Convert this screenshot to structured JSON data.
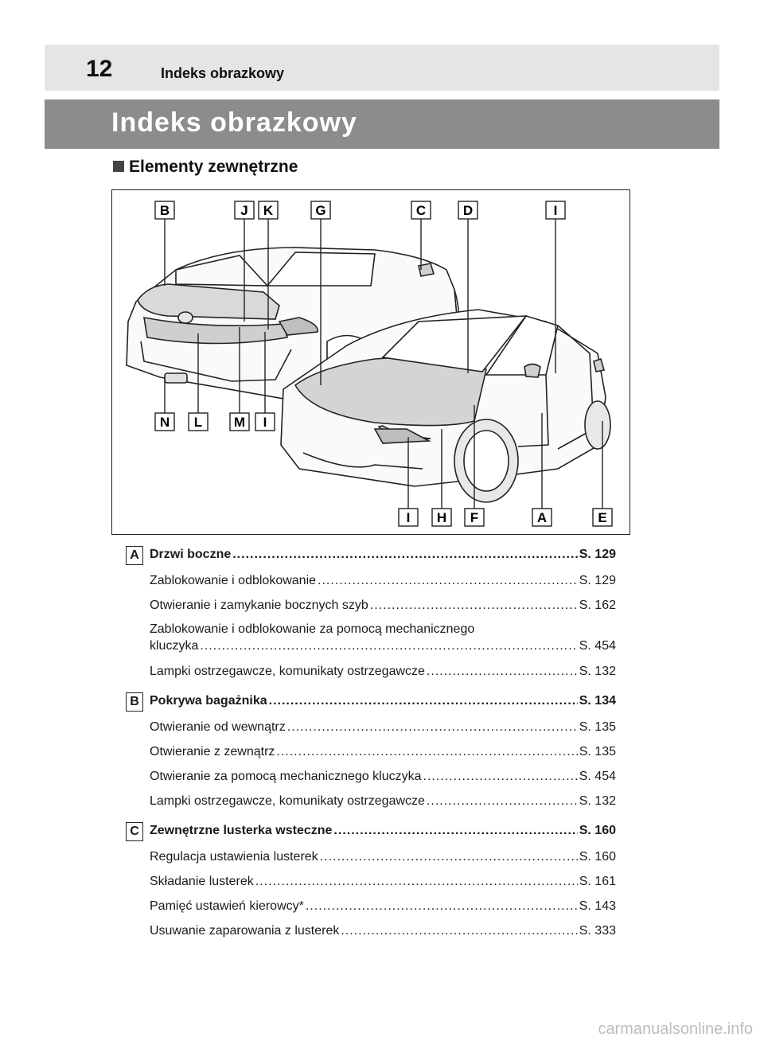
{
  "header": {
    "page_number": "12",
    "title": "Indeks obrazkowy"
  },
  "section": {
    "title": "Indeks obrazkowy"
  },
  "subsection": {
    "title": "Elementy zewnętrzne"
  },
  "figure": {
    "callouts_top": [
      "B",
      "J",
      "K",
      "G",
      "C",
      "D",
      "I"
    ],
    "callouts_left": [
      "N",
      "L",
      "M",
      "I"
    ],
    "callouts_bottom": [
      "I",
      "H",
      "F",
      "A",
      "E"
    ]
  },
  "entries": [
    {
      "letter": "A",
      "title": "Drzwi boczne",
      "page": "S. 129",
      "items": [
        {
          "text": "Zablokowanie i odblokowanie",
          "page": "S. 129"
        },
        {
          "text": "Otwieranie i zamykanie bocznych szyb",
          "page": "S. 162"
        },
        {
          "text_line1": "Zablokowanie i odblokowanie za pomocą mechanicznego",
          "text": "kluczyka",
          "page": "S. 454"
        },
        {
          "text": "Lampki ostrzegawcze, komunikaty ostrzegawcze",
          "page": "S. 132"
        }
      ]
    },
    {
      "letter": "B",
      "title": "Pokrywa bagażnika",
      "page": "S. 134",
      "items": [
        {
          "text": "Otwieranie od wewnątrz",
          "page": "S. 135"
        },
        {
          "text": "Otwieranie z zewnątrz",
          "page": "S. 135"
        },
        {
          "text": "Otwieranie za pomocą mechanicznego kluczyka",
          "page": "S. 454"
        },
        {
          "text": "Lampki ostrzegawcze, komunikaty ostrzegawcze",
          "page": "S. 132"
        }
      ]
    },
    {
      "letter": "C",
      "title": "Zewnętrzne lusterka wsteczne",
      "page": "S. 160",
      "items": [
        {
          "text": "Regulacja ustawienia lusterek",
          "page": "S. 160"
        },
        {
          "text": "Składanie lusterek",
          "page": "S. 161"
        },
        {
          "text": "Pamięć ustawień kierowcy*",
          "page": "S. 143"
        },
        {
          "text": "Usuwanie zaparowania z lusterek",
          "page": "S. 333"
        }
      ]
    }
  ],
  "watermark": "carmanualsonline.info"
}
